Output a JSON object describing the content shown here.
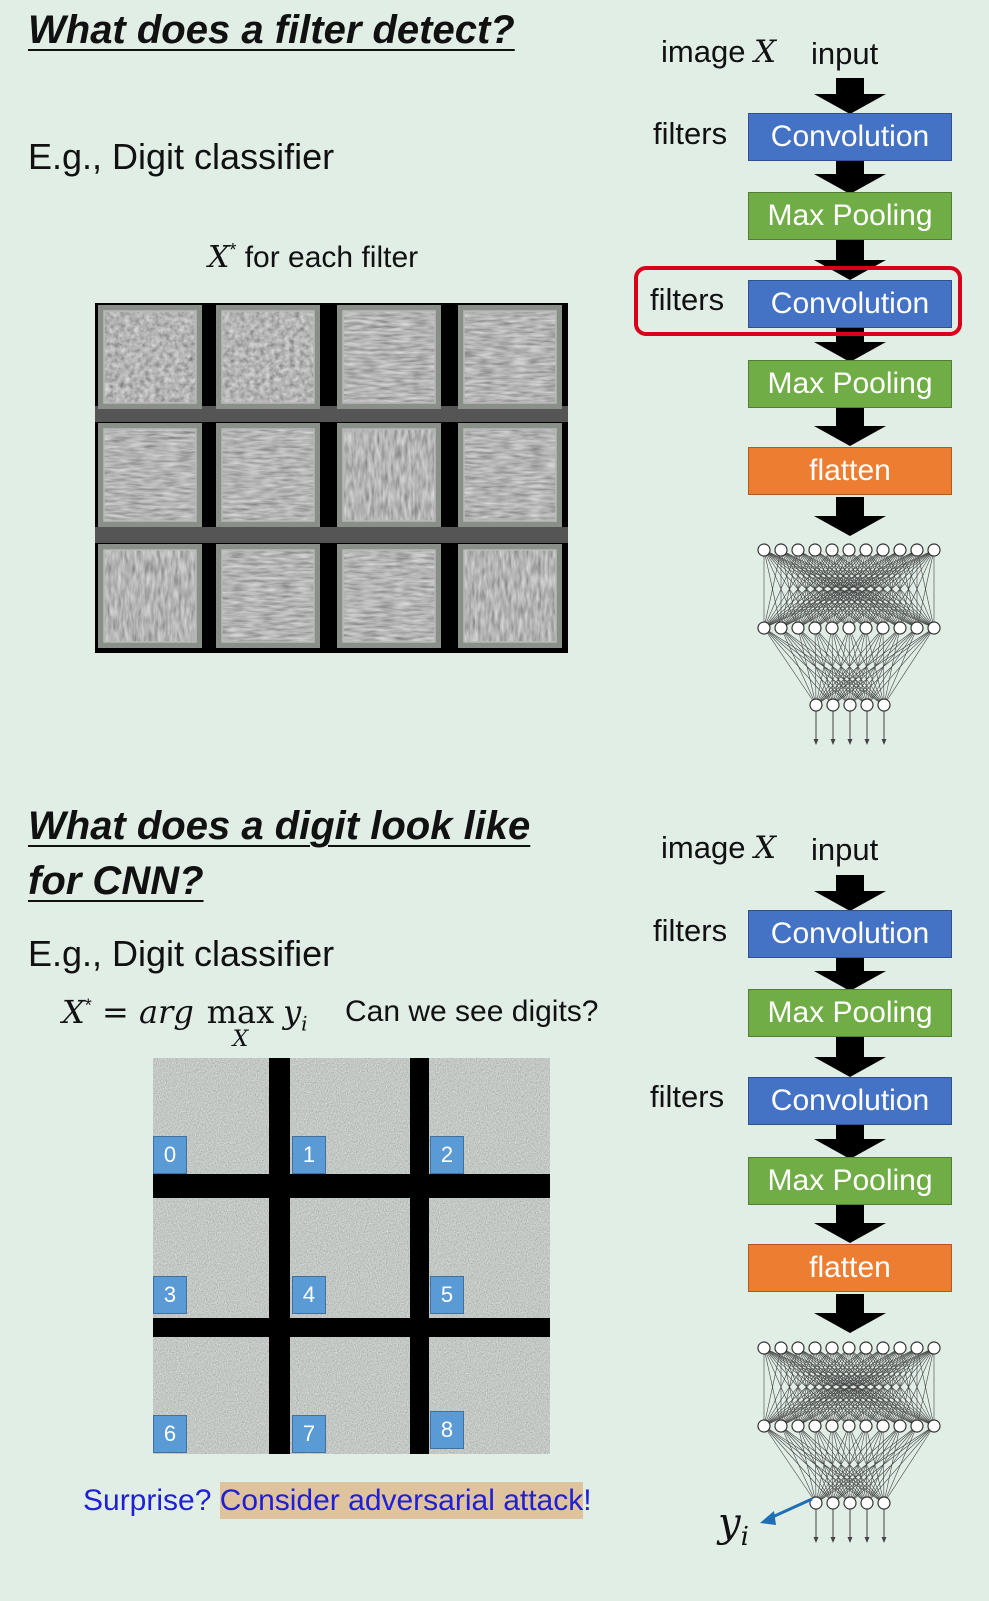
{
  "top": {
    "title": "What does a filter detect?",
    "example": "E.g., Digit classifier",
    "xstar_symbol": "X",
    "xstar_sup": "*",
    "xstar_caption": " for each filter"
  },
  "bottom": {
    "title_line1": "What does a digit look like",
    "title_line2": "for CNN?",
    "example": "E.g., Digit classifier",
    "formula": {
      "lhs": "X",
      "sup": "*",
      "eq": " = ",
      "argmax": "arg",
      "max": "max",
      "max_sub": "X",
      "y": "y",
      "y_sub": "i"
    },
    "question": "Can we see digits?",
    "digit_labels": [
      "0",
      "1",
      "2",
      "3",
      "4",
      "5",
      "6",
      "7",
      "8"
    ],
    "surprise": "Surprise? ",
    "adversarial": "Consider adversarial attack",
    "exclaim": "!"
  },
  "pipeline_top": {
    "image_label": "image ",
    "image_var": "X",
    "input_label": "input",
    "filters1": "filters",
    "conv1": "Convolution",
    "pool1": "Max Pooling",
    "filters2": "filters",
    "conv2": "Convolution",
    "pool2": "Max Pooling",
    "flatten": "flatten"
  },
  "pipeline_bottom": {
    "image_label": "image ",
    "image_var": "X",
    "input_label": "input",
    "filters1": "filters",
    "conv1": "Convolution",
    "pool1": "Max Pooling",
    "filters2": "filters",
    "conv2": "Convolution",
    "pool2": "Max Pooling",
    "flatten": "flatten",
    "output_var": "y",
    "output_sub": "i"
  },
  "colors": {
    "background": "#e1eee6",
    "convolution": "#4472c4",
    "max_pooling": "#70ad47",
    "flatten": "#ed7d31",
    "highlight_frame": "#d9001b",
    "surprise_text": "#1f1fd6",
    "adversarial_bg": "#dfc39c",
    "digit_badge": "#5b9bd5",
    "output_arrow": "#1f6fb4"
  },
  "icons": {
    "arrow": "down-arrow-icon",
    "network": "neural-network-icon"
  }
}
